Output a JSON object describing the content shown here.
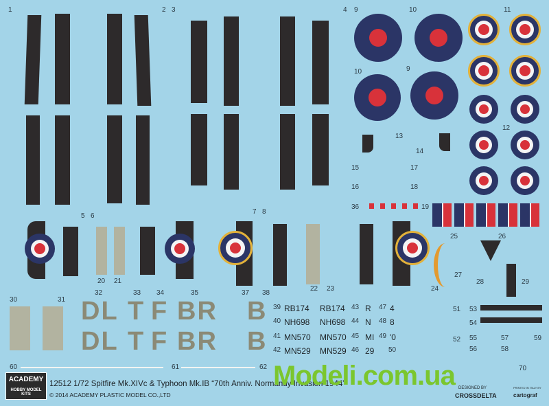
{
  "sheet": {
    "numbers": [
      "1",
      "2",
      "3",
      "4",
      "9",
      "10",
      "11",
      "10",
      "9",
      "13",
      "12",
      "14",
      "15",
      "17",
      "16",
      "18",
      "36",
      "19",
      "5",
      "6",
      "7",
      "8",
      "25",
      "26",
      "20",
      "21",
      "22",
      "23",
      "24",
      "27",
      "28",
      "29",
      "30",
      "31",
      "32",
      "33",
      "34",
      "35",
      "37",
      "38",
      "39",
      "40",
      "41",
      "42",
      "43",
      "44",
      "45",
      "46",
      "47",
      "48",
      "49",
      "50",
      "51",
      "52",
      "53",
      "54",
      "55",
      "56",
      "57",
      "58",
      "59",
      "60",
      "61",
      "62",
      "70"
    ],
    "codes_row1": [
      "DL",
      "T",
      "F",
      "BR",
      "B"
    ],
    "codes_row2": [
      "DL",
      "T",
      "F",
      "BR",
      "B"
    ],
    "serials": {
      "left": [
        "RB174",
        "NH698",
        "MN570",
        "MN529"
      ],
      "right": [
        "RB174",
        "NH698",
        "MN570",
        "MN529"
      ],
      "letters_a": [
        "R",
        "N",
        "MI",
        "29"
      ],
      "letters_b": [
        "4",
        "8",
        "'0"
      ]
    },
    "colors": {
      "background": "#a3d4e8",
      "dark_stripe": "#2d2a2b",
      "roundel_blue": "#2b3566",
      "roundel_red": "#d8323a",
      "roundel_yellow": "#e2b13a",
      "code_grey": "#8b8a76"
    }
  },
  "footer": {
    "logo_top": "ACADEMY",
    "logo_bottom": "HOBBY MODEL KITS",
    "title": "12512 1/72 Spitfire Mk.XIVc & Typhoon Mk.IB “70th Anniv. Normandy Invasion 1944”",
    "copyright": "© 2014 ACADEMY PLASTIC MODEL CO.,LTD",
    "designed_by": "DESIGNED BY",
    "designer": "CROSSDELTA",
    "printed_by": "PRINTED IN ITALY BY",
    "printer": "cartograf"
  },
  "watermark": "Modeli.com.ua"
}
